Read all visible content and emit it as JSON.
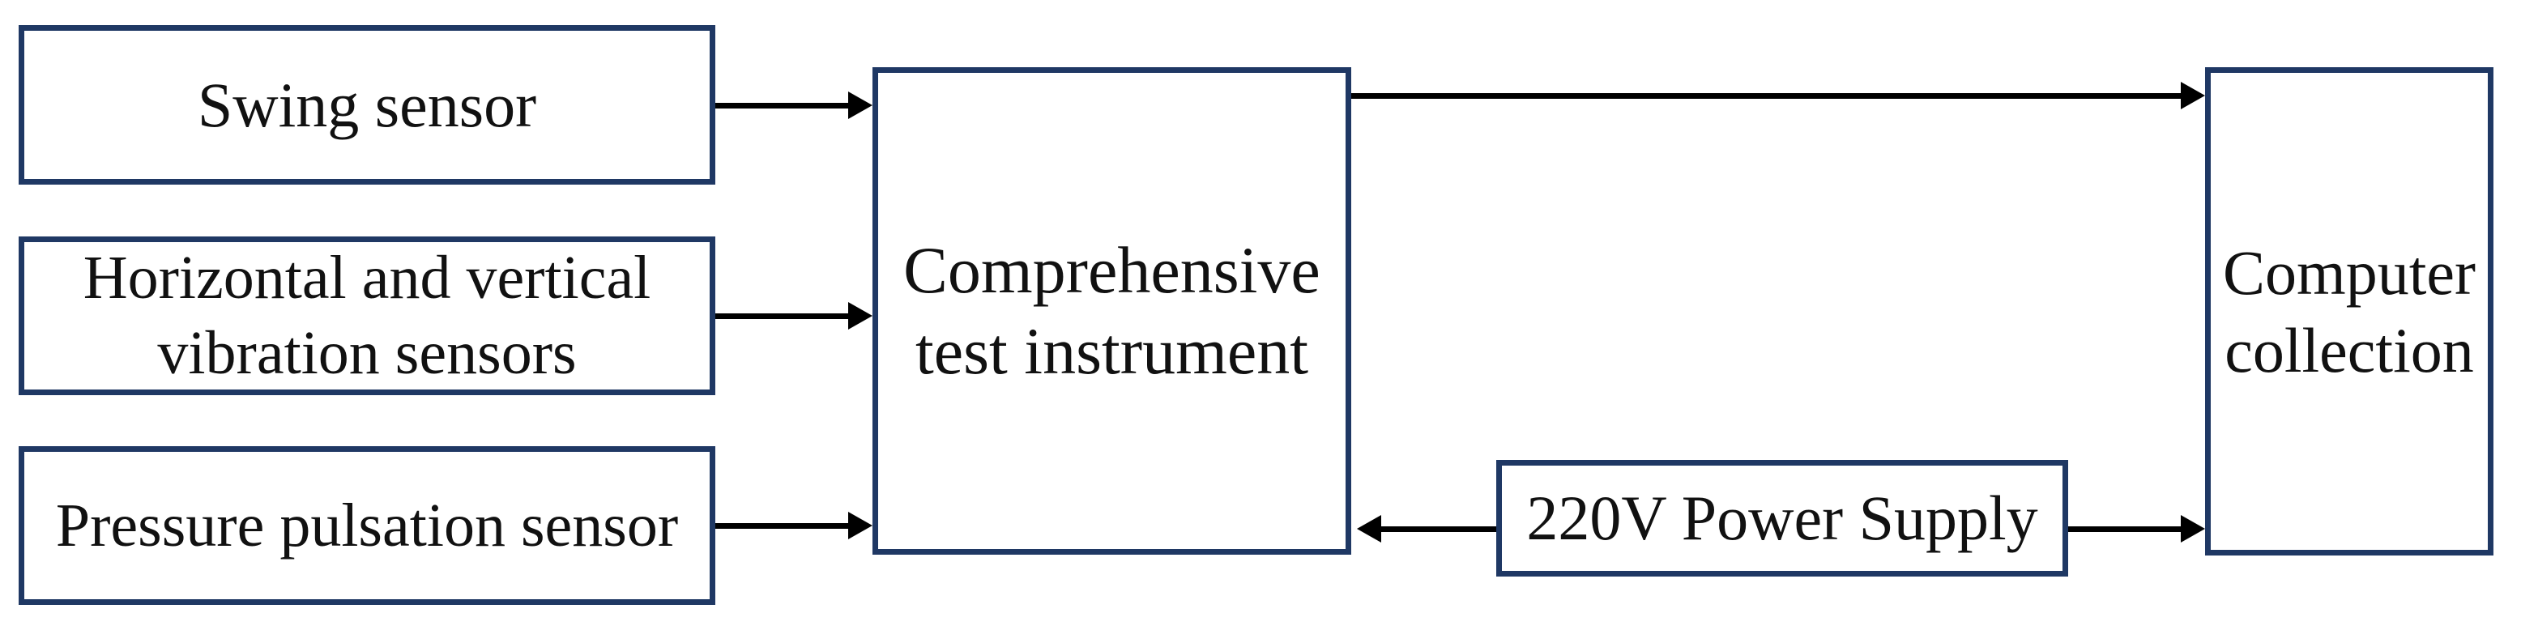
{
  "colors": {
    "box_border": "#1f3864",
    "arrow_color": "#000000",
    "text_color": "#111111",
    "bg": "#ffffff"
  },
  "diagram": {
    "nodes": {
      "swing_sensor": {
        "lines": [
          "Swing sensor"
        ]
      },
      "vibration_sensors": {
        "lines": [
          "Horizontal and vertical",
          "vibration sensors"
        ]
      },
      "pressure_sensor": {
        "lines": [
          "Pressure pulsation sensor"
        ]
      },
      "test_instrument": {
        "lines": [
          "Comprehensive",
          "test instrument"
        ]
      },
      "power_supply": {
        "lines": [
          "220V Power Supply"
        ]
      },
      "computer": {
        "lines": [
          "Computer",
          "collection"
        ]
      }
    },
    "connections": [
      {
        "from": "swing_sensor",
        "to": "test_instrument"
      },
      {
        "from": "vibration_sensors",
        "to": "test_instrument"
      },
      {
        "from": "pressure_sensor",
        "to": "test_instrument"
      },
      {
        "from": "test_instrument",
        "to": "computer"
      },
      {
        "from": "power_supply",
        "to": "test_instrument"
      },
      {
        "from": "power_supply",
        "to": "computer"
      }
    ]
  }
}
